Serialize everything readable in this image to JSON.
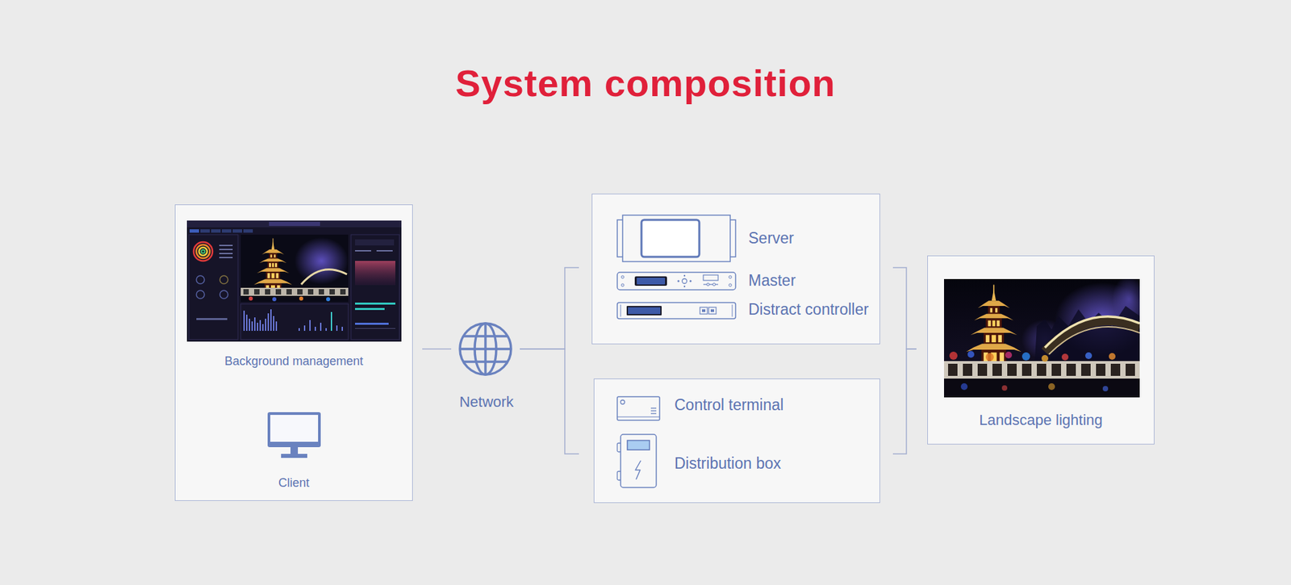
{
  "diagram": {
    "title": "System composition",
    "nodes": [
      {
        "text": [
          "Background management",
          "Client"
        ]
      },
      {
        "text": [
          "Network"
        ]
      },
      {
        "text": [
          "Server",
          "Master",
          "Distract controller"
        ]
      },
      {
        "text": [
          "Control terminal",
          "Distribution box"
        ]
      },
      {
        "text": [
          "Landscape lighting"
        ]
      }
    ],
    "edges": [
      {
        "from": 0,
        "to": 1,
        "arrow": "none"
      },
      {
        "from": 1,
        "to": 2,
        "arrow": "none"
      },
      {
        "from": 1,
        "to": 3,
        "arrow": "none"
      },
      {
        "from": 2,
        "to": 4,
        "arrow": "none"
      },
      {
        "from": 3,
        "to": 4,
        "arrow": "none"
      }
    ]
  }
}
